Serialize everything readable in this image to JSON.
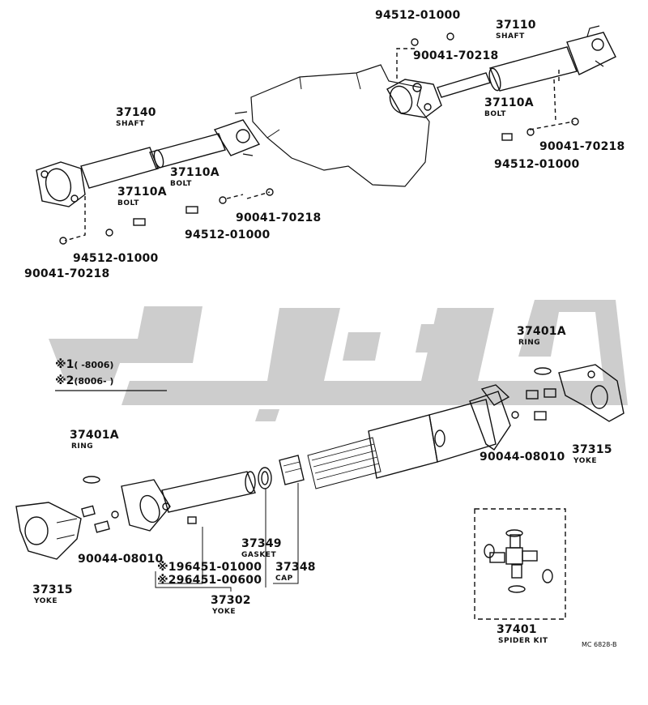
{
  "watermark": {
    "color": "#c8c8c8"
  },
  "legend": {
    "line1_mark": "※1",
    "line1_range": "(        -8006)",
    "line2_mark": "※2",
    "line2_range": "(8006-          )"
  },
  "parts": {
    "p94512_top": "94512-01000",
    "p90041_top": "90041-70218",
    "p37110_num": "37110",
    "p37110_name": "SHAFT",
    "p37110A_right_num": "37110A",
    "p37110A_right_name": "BOLT",
    "p90041_right": "90041-70218",
    "p94512_right": "94512-01000",
    "p37140_num": "37140",
    "p37140_name": "SHAFT",
    "p37110A_mid_num": "37110A",
    "p37110A_mid_name": "BOLT",
    "p37110A_left_num": "37110A",
    "p37110A_left_name": "BOLT",
    "p90041_mid": "90041-70218",
    "p94512_mid": "94512-01000",
    "p94512_left": "94512-01000",
    "p90041_left": "90041-70218",
    "p37401A_right_num": "37401A",
    "p37401A_right_name": "RING",
    "p90044_right": "90044-08010",
    "p37315_right_num": "37315",
    "p37315_right_name": "YOKE",
    "p37401A_left_num": "37401A",
    "p37401A_left_name": "RING",
    "p90044_left": "90044-08010",
    "p37315_left_num": "37315",
    "p37315_left_name": "YOKE",
    "p37349_num": "37349",
    "p37349_name": "GASKET",
    "p37348_num": "37348",
    "p37348_name": "CAP",
    "p96451_a": "※196451-01000",
    "p96451_b": "※296451-00600",
    "p37302_num": "37302",
    "p37302_name": "YOKE",
    "p37401_num": "37401",
    "p37401_name": "SPIDER KIT"
  },
  "figure_code": "MC 6828-B"
}
